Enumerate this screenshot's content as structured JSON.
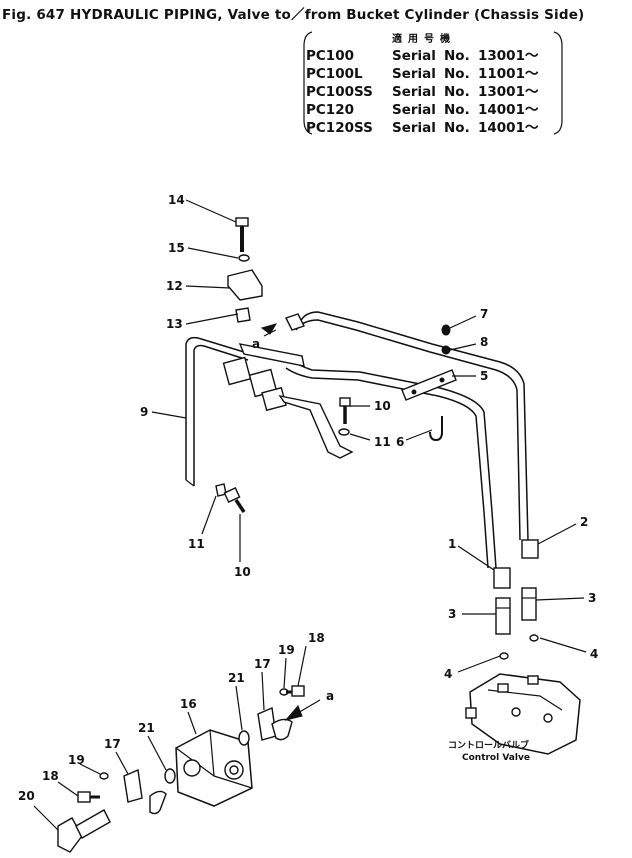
{
  "header": {
    "title": "Fig. 647  HYDRAULIC PIPING, Valve to／from Bucket Cylinder (Chassis Side)",
    "applicable_heading": "適用号機",
    "serials": [
      {
        "model": "PC100",
        "serial_label": "Serial",
        "no_label": "No.",
        "number": "13001～"
      },
      {
        "model": "PC100L",
        "serial_label": "Serial",
        "no_label": "No.",
        "number": "11001～"
      },
      {
        "model": "PC100SS",
        "serial_label": "Serial",
        "no_label": "No.",
        "number": "13001～"
      },
      {
        "model": "PC120",
        "serial_label": "Serial",
        "no_label": "No.",
        "number": "14001～"
      },
      {
        "model": "PC120SS",
        "serial_label": "Serial",
        "no_label": "No.",
        "number": "14001～"
      }
    ]
  },
  "callouts": {
    "c1": "1",
    "c2": "2",
    "c3a": "3",
    "c3b": "3",
    "c4a": "4",
    "c4b": "4",
    "c5": "5",
    "c6": "6",
    "c7": "7",
    "c8": "8",
    "c9": "9",
    "c10a": "10",
    "c10b": "10",
    "c11a": "11",
    "c11b": "11",
    "c12": "12",
    "c13": "13",
    "c14": "14",
    "c15": "15",
    "c16": "16",
    "c17a": "17",
    "c17b": "17",
    "c18a": "18",
    "c18b": "18",
    "c19a": "19",
    "c19b": "19",
    "c20": "20",
    "c21a": "21",
    "c21b": "21",
    "ref_a_top": "a",
    "ref_a_bottom": "a"
  },
  "control_valve": {
    "label_jp": "コントロールバルブ",
    "label_en": "Control Valve"
  }
}
